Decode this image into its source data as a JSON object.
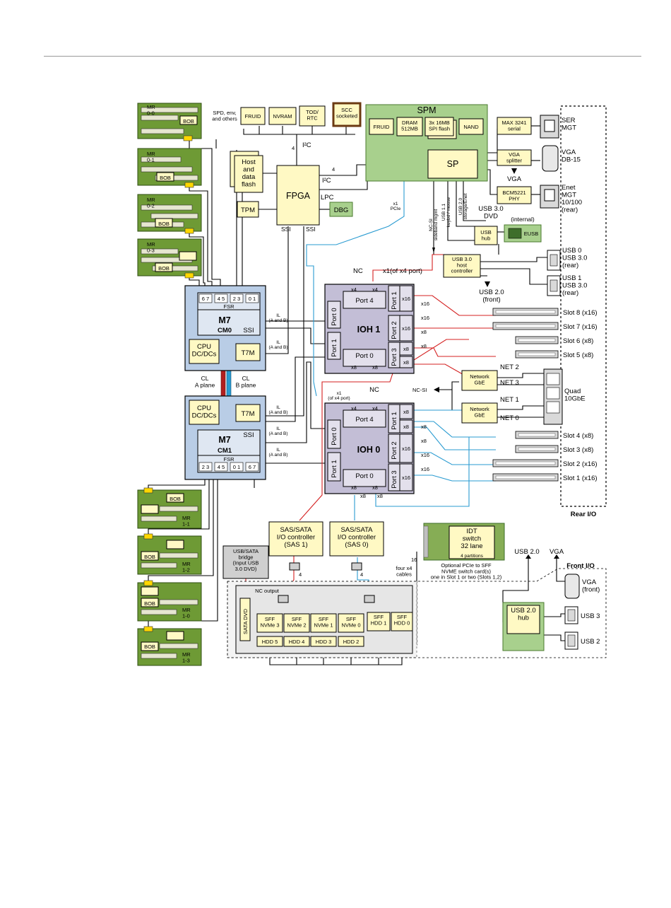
{
  "title": "",
  "memory_risers_top": [
    {
      "name": "MR\n0-0",
      "bob": "BOB"
    },
    {
      "name": "MR\n0-1",
      "bob": "BOB"
    },
    {
      "name": "MR\n0-2",
      "bob": "BOB"
    },
    {
      "name": "MR\n0-3",
      "bob": "BOB"
    }
  ],
  "memory_risers_bottom": [
    {
      "name": "MR\n1-1",
      "bob": "BOB"
    },
    {
      "name": "MR\n1-2",
      "bob": "BOB"
    },
    {
      "name": "MR\n1-0",
      "bob": "BOB"
    },
    {
      "name": "MR\n1-3",
      "bob": "BOB"
    }
  ],
  "top_devices": {
    "spd_label": "SPD, env,\nand others",
    "fruid": "FRUID",
    "nvram": "NVRAM",
    "tod": "TOD/\nRTC",
    "scc": "SCC\nsocketed",
    "i2c_4": "4",
    "i2c": "I²C"
  },
  "fpga": {
    "label": "FPGA",
    "host_flash": "Host\nand\ndata\nflash",
    "tpm": "TPM",
    "dbg": "DBG",
    "i2c": "I²C",
    "i2c_4": "4",
    "lpc": "LPC",
    "ssi_left": "SSI",
    "ssi_right": "SSI"
  },
  "spm": {
    "title": "SPM",
    "fruid": "FRUID",
    "dram": "DRAM\n512MB",
    "spi": "3x 16MB\nSPI flash",
    "nand": "NAND",
    "sp": "SP",
    "x1_pcie": "x1\nPCIe",
    "ncsi": "NC-SI\nsideband mgmt",
    "usb11": "USB 1.1\nkeybd / mouse",
    "usb20": "USB 2.0\nstorage/Enet"
  },
  "rear_side": {
    "max3241": "MAX 3241\nserial",
    "ser_mgt": "SER\nMGT",
    "vga_splitter": "VGA\nsplitter",
    "vga_db15": "VGA\nDB-15",
    "vga": "VGA",
    "bcm": "BCM5221\nPHY",
    "enet": "Enet\nMGT\n10/100\n(rear)",
    "usb30_dvd": "USB 3.0\nDVD",
    "internal": "(internal)",
    "usb_hub": "USB\nhub",
    "eusb": "EUSB",
    "usb30_host": "USB 3.0\nhost\ncontroller",
    "usb0": "USB 0\nUSB 3.0\n(rear)",
    "usb1": "USB 1\nUSB 3.0\n(rear)",
    "usb20_front": "USB 2.0\n(front)",
    "x1_of_x4": "x1(of x4 port)",
    "nc": "NC",
    "rear_io": "Rear I/O"
  },
  "cpu0": {
    "name": "M7",
    "sub": "CM0",
    "fsr": "FSR",
    "fsr_ports": [
      "6 7",
      "4 5",
      "2 3",
      "0 1"
    ],
    "cpu_dc": "CPU\nDC/DCs",
    "t7m": "T7M",
    "ssi": "SSI",
    "il1": "IL\n(A and B)",
    "il2": "IL\n(A and B)"
  },
  "cpu1": {
    "name": "M7",
    "sub": "CM1",
    "fsr": "FSR",
    "fsr_ports": [
      "2 3",
      "4 5",
      "0 1",
      "6 7"
    ],
    "cpu_dc": "CPU\nDC/DCs",
    "t7m": "T7M",
    "ssi": "SSI",
    "il1": "IL\n(A and B)",
    "il2": "IL\n(A and B)",
    "il3": "IL\n(A and B)"
  },
  "cl_labels": {
    "a": "CL\nA plane",
    "b": "CL\nB plane"
  },
  "ioh1": {
    "name": "IOH 1",
    "port4": "Port 4",
    "port0": "Port 0",
    "lports": [
      "Port 0",
      "Port 1"
    ],
    "rports": [
      "Port 1",
      "Port 2",
      "Port 3"
    ],
    "x4a": "x4",
    "x4b": "x4",
    "x8a": "x8",
    "x8b": "x8",
    "rlanes": [
      "x16",
      "x16",
      "x8",
      "x8"
    ]
  },
  "ioh0": {
    "name": "IOH 0",
    "port4": "Port 4",
    "port0": "Port 0",
    "lports": [
      "Port 0",
      "Port 1"
    ],
    "rports": [
      "Port 1",
      "Port 2",
      "Port 3"
    ],
    "x4a": "x4",
    "x4b": "x4",
    "x8a": "x8",
    "x8b": "x8",
    "rlanes": [
      "x8",
      "x8",
      "x16",
      "x16"
    ],
    "x1_of_x4": "x1\n(of x4 port)",
    "nc": "NC"
  },
  "slots": [
    {
      "label": "Slot 8 (x16)",
      "lane": "x16"
    },
    {
      "label": "Slot 7 (x16)",
      "lane": "x16"
    },
    {
      "label": "Slot 6 (x8)",
      "lane": "x8"
    },
    {
      "label": "Slot 5 (x8)",
      "lane": "x8"
    },
    {
      "label": "Slot 4 (x8)",
      "lane": "x8"
    },
    {
      "label": "Slot 3 (x8)",
      "lane": "x8"
    },
    {
      "label": "Slot 2 (x16)",
      "lane": "x16"
    },
    {
      "label": "Slot 1 (x16)",
      "lane": "x16"
    }
  ],
  "network": {
    "gbe_top": "Network\nGbE",
    "gbe_bottom": "Network\nGbE",
    "net": [
      "NET 2",
      "NET 3",
      "NET 1",
      "NET 0"
    ],
    "ncsi": "NC-SI",
    "quad": "Quad\n10GbE"
  },
  "storage": {
    "sas1": "SAS/SATA\nI/O controller\n(SAS 1)",
    "sas0": "SAS/SATA\nI/O controller\n(SAS 0)",
    "usb_sata": "USB/SATA\nbridge\n(Input USB\n3.0 DVD)",
    "nc_output": "NC output",
    "sata_dvd": "SATA DVD",
    "four_a": "4",
    "four_b": "4",
    "nvme": [
      "SFF\nNVMe 3",
      "SFF\nNVMe 2",
      "SFF\nNVMe 1",
      "SFF\nNVMe 0"
    ],
    "sff_hdd": [
      "SFF\nHDD 1",
      "SFF\nHDD 0"
    ],
    "hdd": [
      "HDD 5",
      "HDD 4",
      "HDD 3",
      "HDD 2"
    ],
    "x8a": "x8",
    "x8b": "x8"
  },
  "idt": {
    "label": "IDT\nswitch\n32 lane",
    "partitions": "4 partitions",
    "sixteen": "16",
    "cables": "four x4\ncables",
    "note": "Optional PCIe to SFF\nNVME switch card(s)\none in Slot 1 or two (Slots 1,2)"
  },
  "front_io": {
    "title": "Front I/O",
    "usb20": "USB 2.0",
    "vga": "VGA",
    "vga_front": "VGA\n(front)",
    "usb_hub": "USB 2.0\nhub",
    "usb3": "USB 3",
    "usb2": "USB 2"
  },
  "colors": {
    "red": "#d42020",
    "blue": "#2a9bd1",
    "green": "#a8d08d",
    "riser": "#6e9a35",
    "cpu": "#b9cde6",
    "ioh": "#c3bed6",
    "box": "#fff9c4"
  }
}
